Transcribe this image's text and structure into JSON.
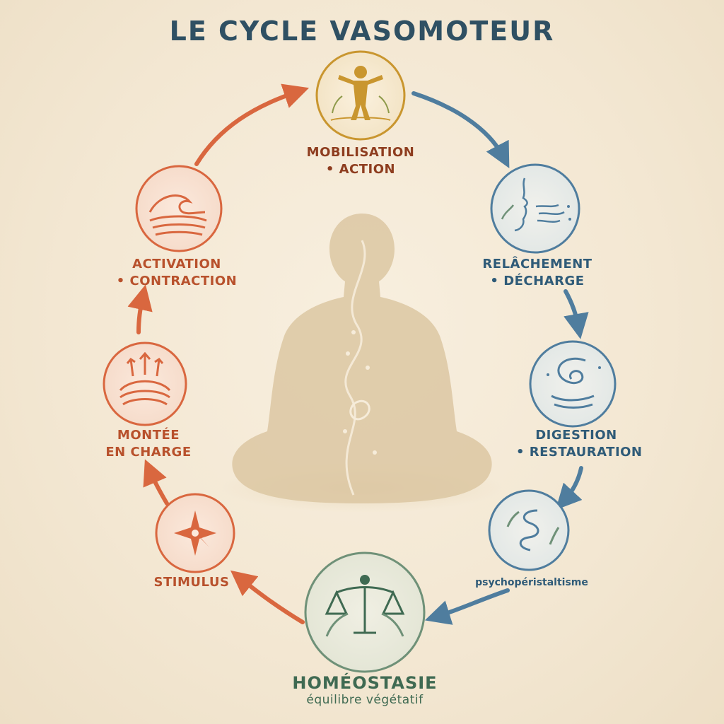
{
  "title": "LE CYCLE VASOMOTEUR",
  "stages": {
    "mobilisation": {
      "line1": "MOBILISATION",
      "line2": "• ACTION",
      "icon": "standing-figure-icon"
    },
    "relachement": {
      "line1": "RELÂCHEMENT",
      "line2": "• DÉCHARGE",
      "icon": "face-exhale-icon"
    },
    "digestion": {
      "line1": "DIGESTION",
      "line2": "• RESTAURATION",
      "icon": "water-swirl-icon"
    },
    "psycho": {
      "line1": "psychopéristaltisme",
      "icon": "intestine-wave-icon"
    },
    "homeostasie": {
      "line1": "HOMÉOSTASIE",
      "line2": "équilibre végétatif",
      "icon": "balance-scale-icon"
    },
    "stimulus": {
      "line1": "STIMULUS",
      "icon": "starburst-icon"
    },
    "montee": {
      "line1": "MONTÉE",
      "line2": "EN CHARGE",
      "icon": "rising-waves-icon"
    },
    "activation": {
      "line1": "ACTIVATION",
      "line2": "• CONTRACTION",
      "icon": "wave-icon"
    }
  },
  "colors": {
    "warm": "#d9673f",
    "gold": "#c9962f",
    "cool": "#4f7d9e",
    "sage": "#6f9178",
    "figure": "#dcc7a2"
  }
}
